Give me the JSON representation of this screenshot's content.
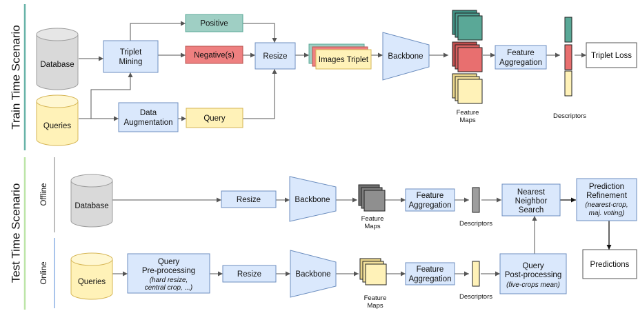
{
  "colors": {
    "blue_fill": "#dae8fc",
    "blue_stroke": "#6c8ebf",
    "gray_fill": "#d9d9d9",
    "gray_stroke": "#9e9e9e",
    "yellow_fill": "#fff2b8",
    "yellow_stroke": "#d6b656",
    "teal_fill": "#5aa897",
    "teal_light": "#9fcfc4",
    "red_fill": "#e86f6f",
    "green_bar": "#67ab9f",
    "light_green_bar": "#b9e0a5"
  },
  "train": {
    "scenario_title": "Train Time Scenario",
    "database": "Database",
    "queries": "Queries",
    "triplet_mining_1": "Triplet",
    "triplet_mining_2": "Mining",
    "positive": "Positive",
    "negatives": "Negative(s)",
    "resize": "Resize",
    "data_aug_1": "Data",
    "data_aug_2": "Augmentation",
    "query": "Query",
    "images_triplet": "Images Triplet",
    "backbone": "Backbone",
    "feature_agg_1": "Feature",
    "feature_agg_2": "Aggregation",
    "triplet_loss": "Triplet Loss",
    "feature_maps_1": "Feature",
    "feature_maps_2": "Maps",
    "descriptors": "Descriptors"
  },
  "test": {
    "scenario_title": "Test Time Scenario",
    "offline": "Offline",
    "online": "Online",
    "database": "Database",
    "queries": "Queries",
    "resize_offline": "Resize",
    "backbone_offline": "Backbone",
    "feature_maps_offline_1": "Feature",
    "feature_maps_offline_2": "Maps",
    "feature_agg_offline_1": "Feature",
    "feature_agg_offline_2": "Aggregation",
    "descriptors_offline": "Descriptors",
    "nns_1": "Nearest",
    "nns_2": "Neighbor",
    "nns_3": "Search",
    "pred_ref_1": "Prediction",
    "pred_ref_2": "Refinement",
    "pred_ref_3": "(nearest-crop,",
    "pred_ref_4": "maj. voting)",
    "predictions": "Predictions",
    "qpre_1": "Query",
    "qpre_2": "Pre-processing",
    "qpre_3": "(hard resize,",
    "qpre_4": "central crop, ...)",
    "resize_online": "Resize",
    "backbone_online": "Backbone",
    "feature_maps_online_1": "Feature",
    "feature_maps_online_2": "Maps",
    "feature_agg_online_1": "Feature",
    "feature_agg_online_2": "Aggregation",
    "descriptors_online": "Descriptors",
    "qpost_1": "Query",
    "qpost_2": "Post-processing",
    "qpost_3": "(five-crops mean)"
  }
}
